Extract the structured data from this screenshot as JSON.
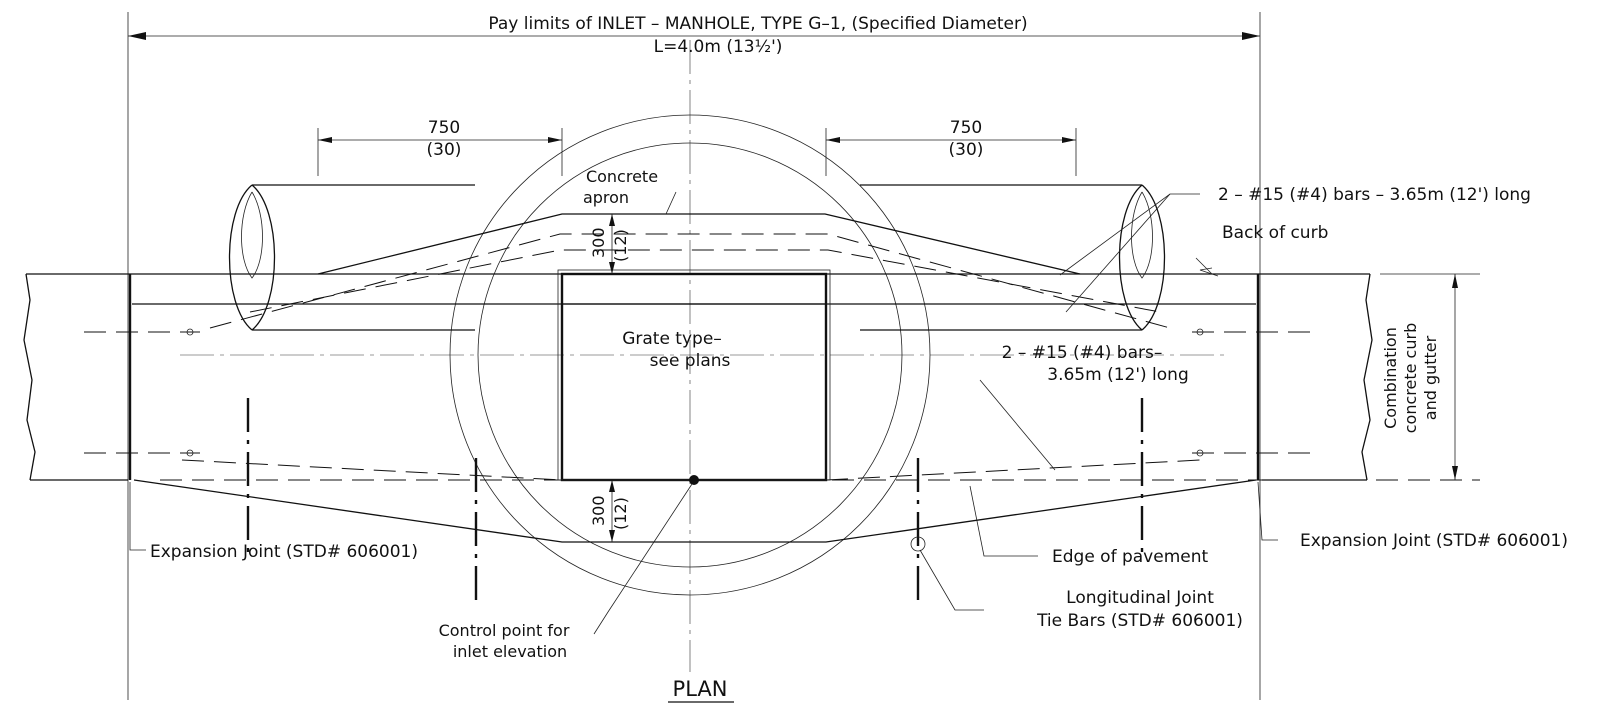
{
  "title": "Pay limits of INLET – MANHOLE, TYPE G–1, (Specified Diameter)",
  "length_label": "L=4.0m (13½')",
  "dims": {
    "left_750": "750",
    "left_30": "(30)",
    "right_750": "750",
    "right_30": "(30)",
    "apron_300": "300",
    "apron_12": "(12)",
    "bottom_300": "300",
    "bottom_12": "(12)"
  },
  "labels": {
    "concrete_apron_1": "Concrete",
    "concrete_apron_2": "apron",
    "bars_top": "2 – #15 (#4) bars – 3.65m (12') long",
    "back_of_curb": "Back of curb",
    "grate_1": "Grate type–",
    "grate_2": "see plans",
    "bars_mid_1": "2 – #15 (#4) bars–",
    "bars_mid_2": "3.65m (12') long",
    "curb_gutter_1": "Combination",
    "curb_gutter_2": "concrete curb",
    "curb_gutter_3": "and gutter",
    "exp_joint_left": "Expansion Joint (STD# 606001)",
    "exp_joint_right": "Expansion Joint (STD# 606001)",
    "edge_pavement": "Edge of pavement",
    "long_joint_1": "Longitudinal Joint",
    "long_joint_2": "Tie Bars (STD# 606001)",
    "control_1": "Control point for",
    "control_2": "inlet elevation",
    "plan": "PLAN"
  }
}
